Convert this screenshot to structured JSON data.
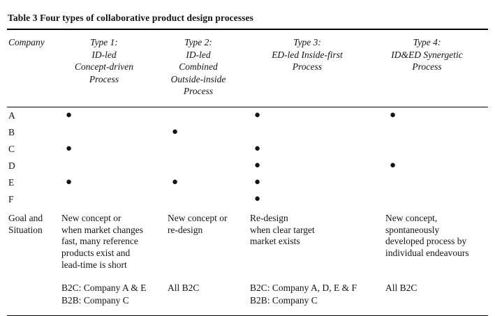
{
  "title": "Table 3 Four types of collaborative product design processes",
  "header": {
    "company": "Company",
    "types": [
      "Type 1:\nID-led\nConcept-driven\nProcess",
      "Type 2:\nID-led Combined\nOutside-inside\nProcess",
      "Type 3:\nED-led Inside-first\nProcess",
      "Type 4:\nID&ED Synergetic\nProcess"
    ]
  },
  "matrix": [
    {
      "company": "A",
      "dots": [
        "●",
        "",
        "●",
        "●"
      ]
    },
    {
      "company": "B",
      "dots": [
        "",
        "●",
        "",
        ""
      ]
    },
    {
      "company": "C",
      "dots": [
        "●",
        "",
        "●",
        ""
      ]
    },
    {
      "company": "D",
      "dots": [
        "",
        "",
        "●",
        "●"
      ]
    },
    {
      "company": "E",
      "dots": [
        "●",
        "●",
        "●",
        ""
      ]
    },
    {
      "company": "F",
      "dots": [
        "",
        "",
        "●",
        ""
      ]
    }
  ],
  "goal": {
    "label": "Goal and\nSituation",
    "cells": [
      "New concept or\nwhen market changes\nfast, many reference\nproducts exist and\nlead-time is short",
      "New concept or\nre-design",
      "Re-design\nwhen clear target\nmarket exists",
      "New concept,\nspontaneously\ndeveloped process by\nindividual endeavours"
    ]
  },
  "segments": {
    "cells": [
      "B2C: Company A & E\nB2B: Company C",
      "All B2C",
      "B2C: Company A, D, E & F\nB2B: Company C",
      "All B2C"
    ]
  }
}
